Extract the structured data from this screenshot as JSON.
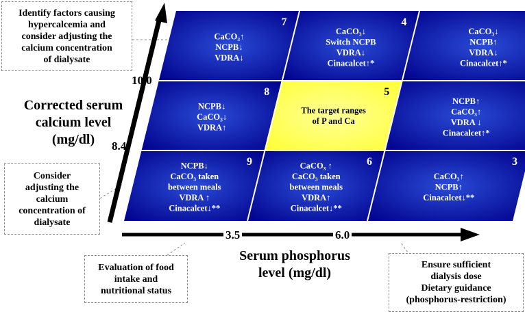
{
  "grid": {
    "colors": {
      "cell_dark": "#00008a",
      "cell_light": "#2a4bd6",
      "target": "#ffff33",
      "target_glow": "#ffff99",
      "divider": "#ffffff"
    },
    "cells": [
      {
        "id": "1",
        "lines": [
          "CaCO₃↓",
          "NCPB↑",
          "VDRA↓",
          "Cinacalcet↑*"
        ]
      },
      {
        "id": "2",
        "lines": [
          "NCPB↑",
          "CaCO₃↑",
          "VDRA ↓",
          "Cinacalcet↑*"
        ]
      },
      {
        "id": "3",
        "lines": [
          "CaCO₃↑",
          "NCPB↑",
          "Cinacalcet↓**"
        ]
      },
      {
        "id": "4",
        "lines": [
          "CaCO₃↓",
          "Switch NCPB",
          "VDRA↓",
          "Cinacalcet↑*"
        ]
      },
      {
        "id": "5",
        "lines": [
          "The target ranges",
          "of P and Ca"
        ]
      },
      {
        "id": "6",
        "lines": [
          "CaCO₃ ↑",
          "CaCO₃ taken",
          "between meals",
          "VDRA↑",
          "Cinacalcet↓**"
        ]
      },
      {
        "id": "7",
        "lines": [
          "CaCO₃↑",
          "NCPB↓",
          "VDRA↓"
        ]
      },
      {
        "id": "8",
        "lines": [
          "NCPB↓",
          "CaCO₃↓",
          "VDRA↑"
        ]
      },
      {
        "id": "9",
        "lines": [
          "NCPB↓",
          "CaCO₃ taken",
          "between meals",
          "VDRA ↑",
          "Cinacalcet↓**"
        ]
      }
    ]
  },
  "axes": {
    "y_title": [
      "Corrected serum",
      "calcium level",
      "(mg/dl)"
    ],
    "y_ticks": [
      "10.0",
      "8.4"
    ],
    "x_title": [
      "Serum phosphorus",
      "level (mg/dl)"
    ],
    "x_ticks": [
      "3.5",
      "6.0"
    ]
  },
  "notes": {
    "top_left": [
      "Identify factors causing",
      "hypercalcemia and",
      "consider adjusting the",
      "calcium concentration",
      "of dialysate"
    ],
    "mid_left": [
      "Consider",
      "adjusting the",
      "calcium",
      "concentration of",
      "dialysate"
    ],
    "bottom_left": [
      "Evaluation of food",
      "intake and",
      "nutritional status"
    ],
    "bottom_right": [
      "Ensure sufficient",
      "dialysis dose",
      "Dietary guidance",
      "(phosphorus-restriction)"
    ]
  }
}
